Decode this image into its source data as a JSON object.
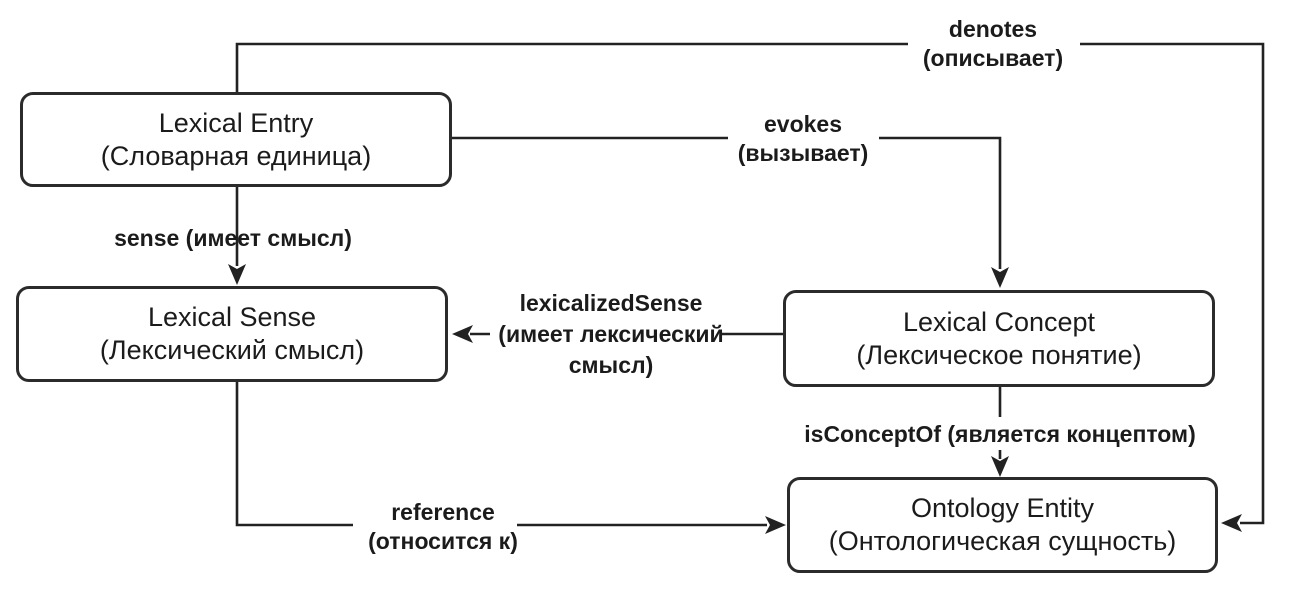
{
  "diagram": {
    "colors": {
      "background": "#ffffff",
      "box_fill": "#ffffff",
      "box_border": "#2b2b2b",
      "line": "#222222",
      "text": "#1b1b1b"
    },
    "nodes": [
      {
        "id": "lexical-entry",
        "label_en": "Lexical Entry",
        "label_ru": "(Словарная единица)"
      },
      {
        "id": "lexical-sense",
        "label_en": "Lexical Sense",
        "label_ru": "(Лексический смысл)"
      },
      {
        "id": "lexical-concept",
        "label_en": "Lexical Concept",
        "label_ru": "(Лексическое понятие)"
      },
      {
        "id": "ontology-entity",
        "label_en": "Ontology Entity",
        "label_ru": "(Онтологическая сущность)"
      }
    ],
    "edges": [
      {
        "id": "denotes",
        "from": "lexical-entry",
        "to": "ontology-entity",
        "lines": [
          "denotes",
          "(описывает)"
        ]
      },
      {
        "id": "evokes",
        "from": "lexical-entry",
        "to": "lexical-concept",
        "lines": [
          "evokes",
          "(вызывает)"
        ]
      },
      {
        "id": "sense",
        "from": "lexical-entry",
        "to": "lexical-sense",
        "lines": [
          "sense (имеет смысл)"
        ]
      },
      {
        "id": "lexicalizedSense",
        "from": "lexical-concept",
        "to": "lexical-sense",
        "lines": [
          "lexicalizedSense",
          "(имеет лексический",
          "смысл)"
        ]
      },
      {
        "id": "isConceptOf",
        "from": "lexical-concept",
        "to": "ontology-entity",
        "lines": [
          "isConceptOf (является концептом)"
        ]
      },
      {
        "id": "reference",
        "from": "lexical-sense",
        "to": "ontology-entity",
        "lines": [
          "reference",
          "(относится к)"
        ]
      }
    ]
  }
}
